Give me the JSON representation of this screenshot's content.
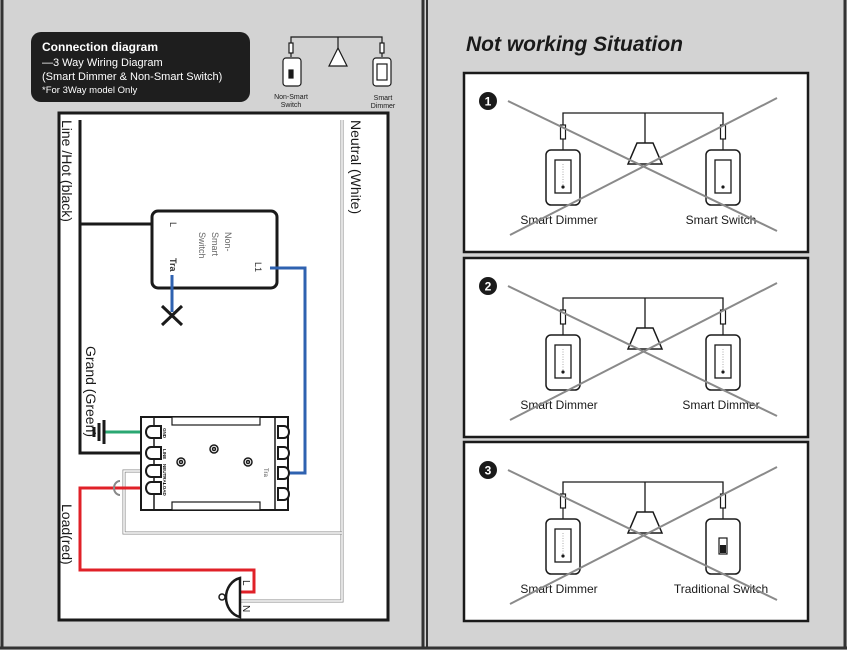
{
  "header": {
    "title": "Connection diagram",
    "line1": "—3 Way Wiring Diagram",
    "line2": "(Smart Dimmer & Non-Smart Switch)",
    "line3": "*For 3Way model Only"
  },
  "mini_diagram": {
    "left_label_1": "Non-Smart",
    "left_label_2": "Switch",
    "right_label_1": "Smart",
    "right_label_2": "Dimmer"
  },
  "wiring": {
    "line_label": "Line /Hot (black)",
    "neutral_label": "Neutral (White)",
    "ground_label": "Grand (Green)",
    "load_label": "Load(red)",
    "switch_name_1": "Non-",
    "switch_name_2": "Smart",
    "switch_name_3": "Switch",
    "switch_terminal_l": "L",
    "switch_terminal_tra": "Tra",
    "switch_terminal_l1": "L1",
    "device_terminals": [
      "GND",
      "LINE",
      "NEUTRAL",
      "LOAD"
    ],
    "device_tra": "Tra",
    "lamp_l": "L",
    "lamp_n": "N"
  },
  "right_panel": {
    "title": "Not working Situation",
    "scenarios": [
      {
        "number": "1",
        "left": "Smart Dimmer",
        "right": "Smart Switch"
      },
      {
        "number": "2",
        "left": "Smart Dimmer",
        "right": "Smart Dimmer"
      },
      {
        "number": "3",
        "left": "Smart Dimmer",
        "right": "Traditional Switch"
      }
    ]
  },
  "colors": {
    "line": "#1a1a1a",
    "ground": "#2aa772",
    "traveler": "#2f62b0",
    "load": "#e02128",
    "neutral": "#ffffff",
    "cross": "#8a8a8a",
    "background": "#d3d3d3"
  }
}
